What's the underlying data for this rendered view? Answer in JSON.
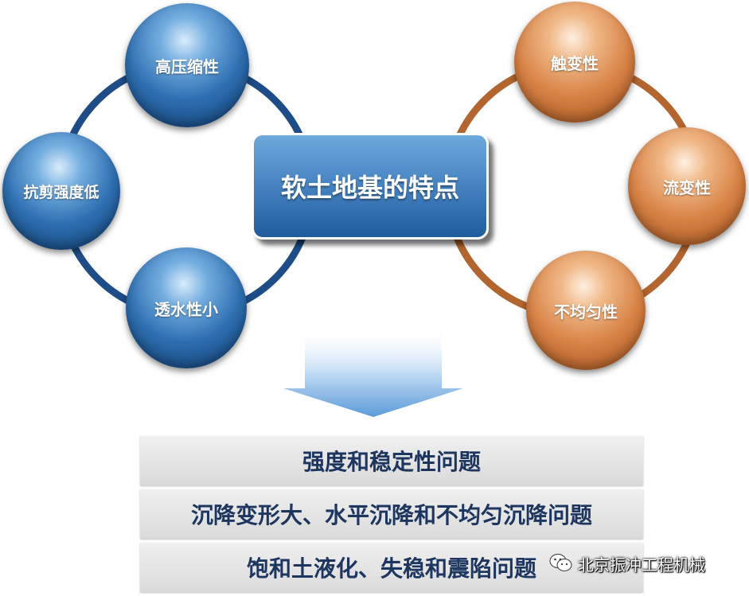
{
  "title": "软土地基的特点",
  "left_cluster": {
    "items": [
      "高压缩性",
      "抗剪强度低",
      "透水性小"
    ]
  },
  "right_cluster": {
    "items": [
      "触变性",
      "流变性",
      "不均匀性"
    ]
  },
  "issues": [
    "强度和稳定性问题",
    "沉降变形大、水平沉降和不均匀沉降问题",
    "饱和土液化、失稳和震陷问题"
  ],
  "watermark": {
    "text": "北京振冲工程机械",
    "icon": "wechat-icon"
  },
  "colors": {
    "blue_node": "#2e6fb1",
    "blue_ring": "#1d4c86",
    "orange_node": "#d88346",
    "orange_ring": "#b2652e",
    "title_box": "#3d78b8",
    "issue_text": "#1c3660",
    "issue_bg": "#e3e3e3"
  }
}
